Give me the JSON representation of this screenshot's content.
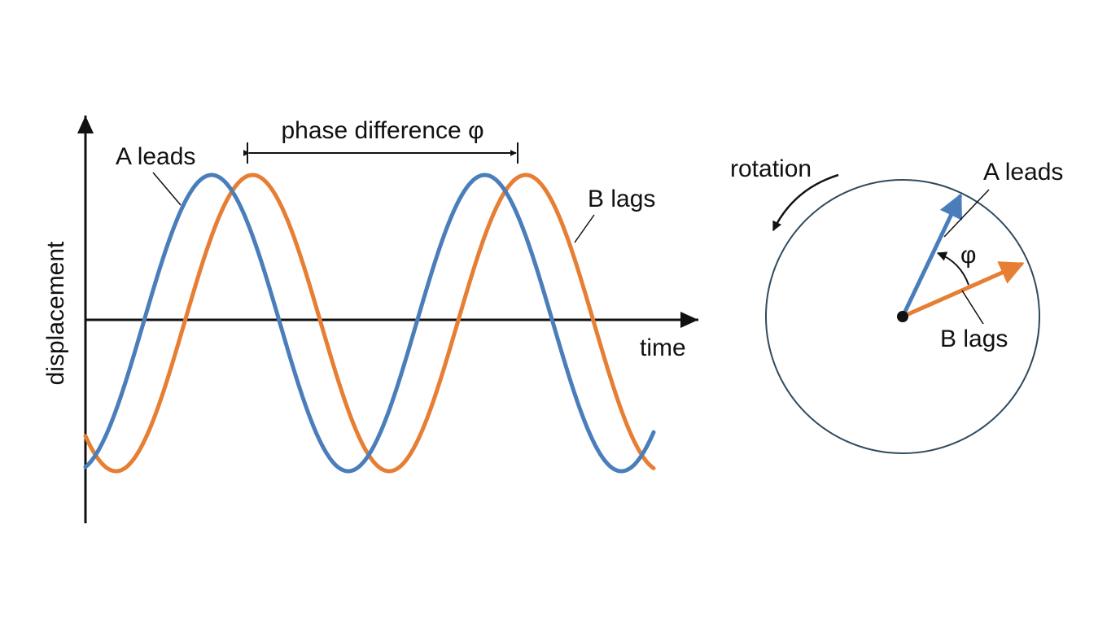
{
  "wave_graph": {
    "y_axis_label": "displacement",
    "x_axis_label": "time",
    "phase_label": "phase difference φ",
    "wave_a_label": "A leads",
    "wave_b_label": "B lags",
    "wave_a_color": "#4a7ebb",
    "wave_b_color": "#e67e33",
    "cycles_shown": 2,
    "phase_offset_fraction_of_period": 0.15
  },
  "phasor": {
    "rotation_label": "rotation",
    "angle_label": "φ",
    "a_label": "A leads",
    "b_label": "B lags",
    "circle_color": "#2f4a5e"
  }
}
